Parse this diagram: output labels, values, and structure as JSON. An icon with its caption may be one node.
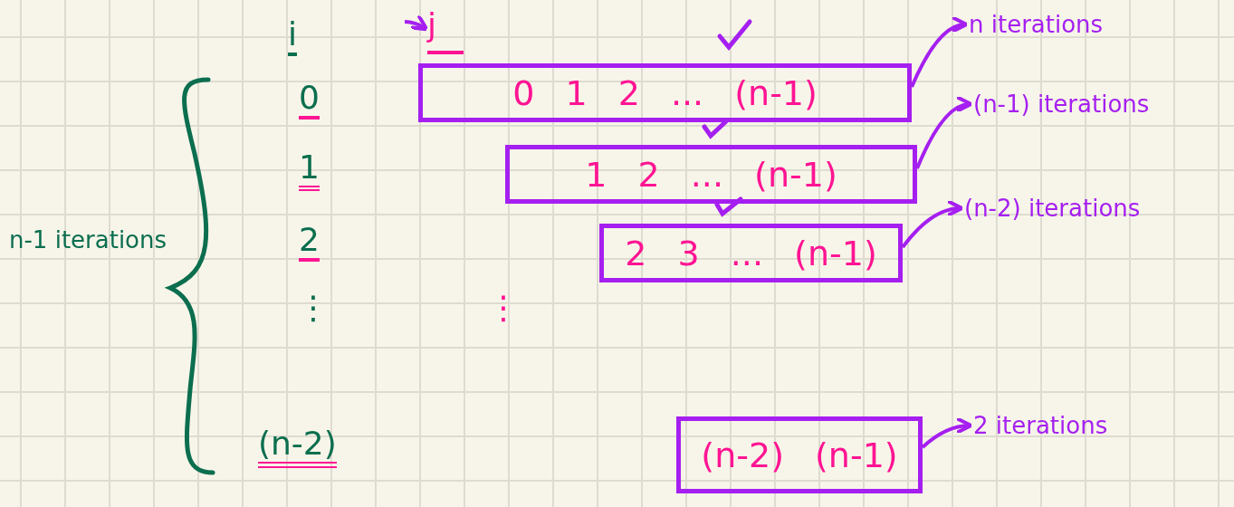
{
  "diagram": {
    "nodes": [
      {
        "text": [
          "j"
        ]
      },
      {
        "text": [
          "0 1 2 ... (n-1)"
        ]
      },
      {
        "text": [
          "n iterations"
        ]
      },
      {
        "text": [
          "1 2 ... (n-1)"
        ]
      },
      {
        "text": [
          "(n-1) iterations"
        ]
      },
      {
        "text": [
          "2 3 ... (n-1)"
        ]
      },
      {
        "text": [
          "(n-2) iterations"
        ]
      },
      {
        "text": [
          "(n-2) (n-1)"
        ]
      },
      {
        "text": [
          "2 iterations"
        ]
      }
    ],
    "edges": [
      {
        "from": null,
        "to": 0,
        "arrow": "to"
      },
      {
        "from": 1,
        "to": 2,
        "arrow": "to"
      },
      {
        "from": 3,
        "to": 4,
        "arrow": "to"
      },
      {
        "from": 5,
        "to": 6,
        "arrow": "to"
      },
      {
        "from": 7,
        "to": 8,
        "arrow": "to"
      }
    ],
    "labels": [
      "n-1 iterations",
      "i",
      "0",
      "1",
      "2",
      "⋮",
      "⋮",
      "(n-2)"
    ]
  }
}
